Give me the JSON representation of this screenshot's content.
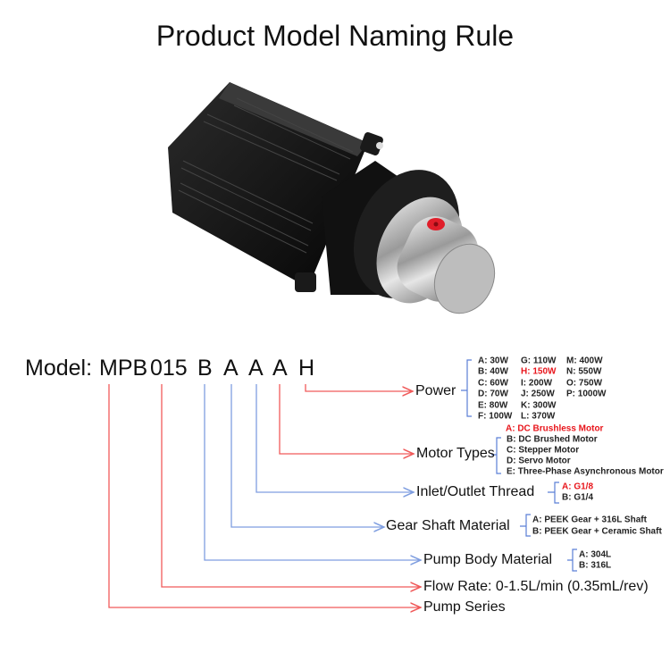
{
  "title": "Product Model Naming Rule",
  "model": {
    "label": "Model:",
    "segments": [
      "MPB",
      "015",
      "B",
      "A",
      "A",
      "A",
      "H"
    ]
  },
  "fields": {
    "power": {
      "label": "Power",
      "options": [
        [
          "A: 30W",
          "B: 40W",
          "C: 60W",
          "D: 70W",
          "E: 80W",
          "F: 100W"
        ],
        [
          "G: 110W",
          "H: 150W",
          "I: 200W",
          "J: 250W",
          "K: 300W",
          "L: 370W"
        ],
        [
          "M: 400W",
          "N: 550W",
          "O: 750W",
          "P: 1000W"
        ]
      ],
      "selected": "H: 150W"
    },
    "motor_types": {
      "label": "Motor Types",
      "options": [
        "A: DC Brushless Motor",
        "B: DC Brushed Motor",
        "C: Stepper Motor",
        "D: Servo Motor",
        "E: Three-Phase Asynchronous Motor"
      ],
      "selected": "A: DC Brushless Motor"
    },
    "thread": {
      "label": "Inlet/Outlet Thread",
      "options": [
        "A: G1/8",
        "B: G1/4"
      ],
      "selected": "A: G1/8"
    },
    "gear_shaft": {
      "label": "Gear Shaft Material",
      "options": [
        "A: PEEK Gear + 316L Shaft",
        "B: PEEK Gear + Ceramic Shaft"
      ]
    },
    "pump_body": {
      "label": "Pump Body Material",
      "options": [
        "A: 304L",
        "B: 316L"
      ]
    },
    "flow_rate": {
      "label": "Flow Rate: 0-1.5L/min (0.35mL/rev)"
    },
    "pump_series": {
      "label": "Pump Series"
    }
  },
  "colors": {
    "red": "#e8151b",
    "blue": "#5b7fd6",
    "line_red": "#f05a5a",
    "line_blue": "#7f9ee0"
  }
}
